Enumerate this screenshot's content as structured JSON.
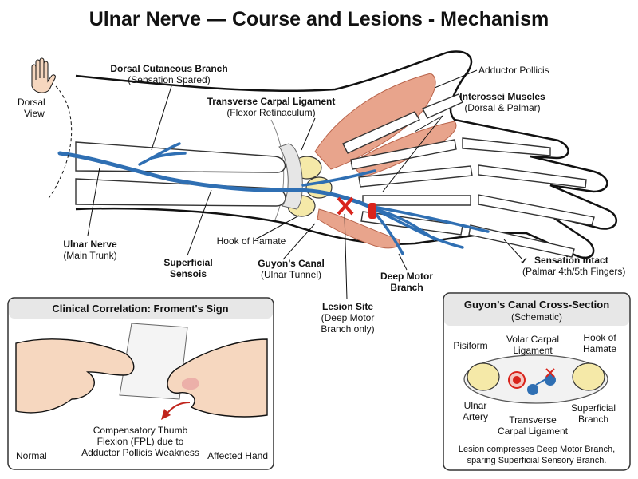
{
  "title": "Ulnar Nerve — Course and Lesions - Mechanism",
  "colors": {
    "nerve": "#2f6fb3",
    "muscle": "#e8a48c",
    "carpal_bone": "#f5e9a8",
    "lesion": "#d9241c",
    "artery": "#d9241c"
  },
  "labels": {
    "dorsal_view": [
      "Dorsal",
      "View"
    ],
    "dorsal_cutaneous": {
      "title": "Dorsal Cutaneous Branch",
      "sub": "(Sensation Spared)"
    },
    "transverse_carpal": {
      "title": "Transverse Carpal Ligament",
      "sub": "(Flexor Retinaculum)"
    },
    "adductor_pollicis": "Adductor Pollicis",
    "interossei": {
      "title": "Interossei Muscles",
      "sub": "(Dorsal & Palmar)"
    },
    "ulnar_nerve": {
      "title": "Ulnar Nerve",
      "sub": "(Main Trunk)"
    },
    "superficial": [
      "Superficial",
      "Sensois"
    ],
    "hook_of_hamate": "Hook of Hamate",
    "guyons_canal": {
      "title": "Guyon’s Canal",
      "sub": "(Ulnar Tunnel)"
    },
    "lesion_site": {
      "title": "Lesion Site",
      "sub": [
        "(Deep Motor",
        "Branch only)"
      ]
    },
    "deep_motor": [
      "Deep Motor",
      "Branch"
    ],
    "sensation_intact": {
      "mark": "✓",
      "title": "Sensation Intact",
      "sub": "(Palmar 4th/5th Fingers)"
    }
  },
  "froment": {
    "title": "Clinical Correlation: Froment's Sign",
    "caption": [
      "Compensatory Thumb",
      "Flexion (FPL) due to",
      "Adductor Pollicis Weakness"
    ],
    "normal": "Normal",
    "affected": "Affected Hand"
  },
  "cross_section": {
    "title": "Guyon’s Canal Cross-Section",
    "subtitle": "(Schematic)",
    "pisiform": "Pisiform",
    "volar": [
      "Volar Carpal",
      "Ligament"
    ],
    "hamate": [
      "Hook of",
      "Hamate"
    ],
    "ulnar_artery": [
      "Ulnar",
      "Artery"
    ],
    "transverse": [
      "Transverse",
      "Carpal Ligament"
    ],
    "superficial_branch": [
      "Superficial",
      "Branch"
    ],
    "footer": [
      "Lesion compresses Deep Motor Branch,",
      "sparing Superficial Sensory Branch."
    ]
  }
}
